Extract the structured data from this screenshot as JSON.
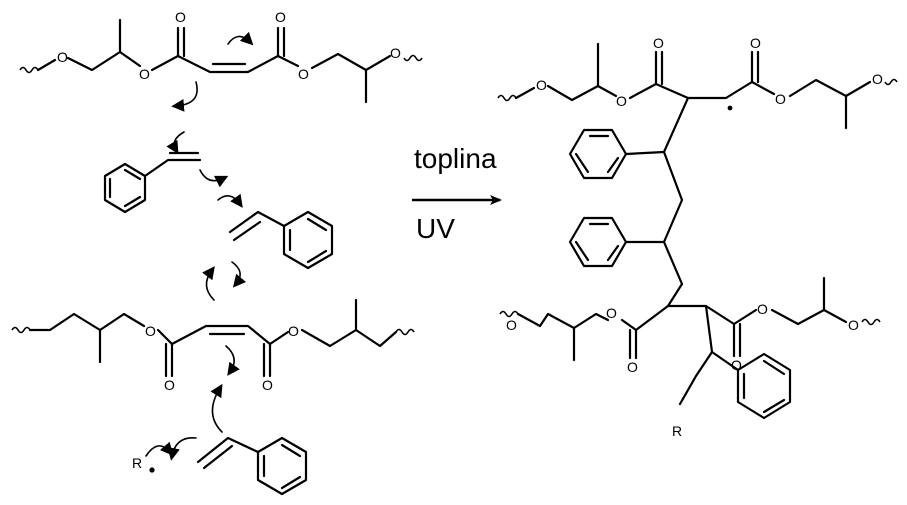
{
  "reaction": {
    "condition_top": "toplina",
    "condition_bottom": "UV",
    "atom_oxygen": "O",
    "atom_radical_group": "R"
  }
}
